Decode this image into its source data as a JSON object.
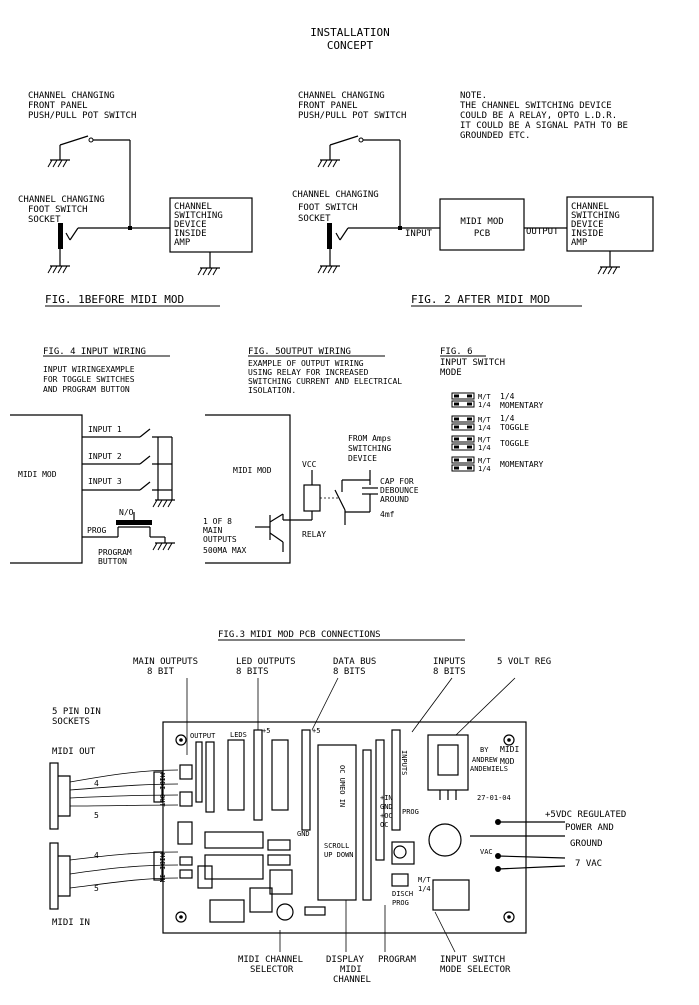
{
  "title": [
    "INSTALLATION",
    "CONCEPT"
  ],
  "fig1": {
    "panel_label": [
      "CHANNEL CHANGING",
      "FRONT PANEL",
      "PUSH/PULL POT SWITCH"
    ],
    "foot_label": [
      "CHANNEL CHANGING",
      "FOOT SWITCH",
      "SOCKET"
    ],
    "device_label": [
      "CHANNEL",
      "SWITCHING",
      "DEVICE",
      "INSIDE",
      "AMP"
    ],
    "caption": "FIG. 1BEFORE MIDI MOD"
  },
  "fig2": {
    "panel_label": [
      "CHANNEL CHANGING",
      "FRONT PANEL",
      "PUSH/PULL POT SWITCH"
    ],
    "foot_label": [
      "CHANNEL CHANGING",
      "FOOT SWITCH",
      "SOCKET"
    ],
    "input_label": "INPUT",
    "pcb_label": [
      "MIDI MOD",
      "PCB"
    ],
    "output_label": "OUTPUT",
    "device_label": [
      "CHANNEL",
      "SWITCHING",
      "DEVICE",
      "INSIDE",
      "AMP"
    ],
    "note": [
      "NOTE.",
      "THE CHANNEL SWITCHING DEVICE",
      "COULD BE A RELAY, OPTO L.D.R.",
      "IT COULD BE A SIGNAL PATH TO BE",
      "GROUNDED ETC."
    ],
    "caption": "FIG. 2 AFTER MIDI MOD"
  },
  "fig4": {
    "caption": "FIG. 4 INPUT WIRING",
    "desc": [
      "INPUT WIRINGEXAMPLE",
      "FOR TOGGLE SWITCHES",
      "AND PROGRAM BUTTON"
    ],
    "box_label": "MIDI MOD",
    "inputs": [
      "INPUT 1",
      "INPUT 2",
      "INPUT 3"
    ],
    "prog_label": "PROG",
    "no_label": "N/O",
    "button_label": [
      "PROGRAM",
      "BUTTON"
    ]
  },
  "fig5": {
    "caption": "FIG. 5OUTPUT WIRING",
    "desc": [
      "EXAMPLE OF OUTPUT WIRING",
      "USING RELAY FOR INCREASED",
      "SWITCHING CURRENT AND ELECTRICAL",
      "ISOLATION."
    ],
    "box_label": "MIDI MOD",
    "vcc": "VCC",
    "from_amps": [
      "FROM Amps",
      "SWITCHING",
      "DEVICE"
    ],
    "cap_label": [
      "CAP FOR",
      "DEBOUNCE",
      "AROUND"
    ],
    "cap_value": "4mf",
    "outputs_label": [
      "1 OF 8",
      "MAIN",
      "OUTPUTS",
      "500MA MAX"
    ],
    "relay_label": "RELAY"
  },
  "fig6": {
    "caption": "FIG. 6",
    "subtitle": [
      "INPUT SWITCH",
      "MODE"
    ],
    "modes": [
      {
        "code": [
          "M/T",
          "1/4"
        ],
        "name": [
          "1/4",
          "MOMENTARY"
        ]
      },
      {
        "code": [
          "M/T",
          "1/4"
        ],
        "name": [
          "1/4",
          "TOGGLE"
        ]
      },
      {
        "code": [
          "M/T",
          "1/4"
        ],
        "name": [
          "TOGGLE"
        ]
      },
      {
        "code": [
          "M/T",
          "1/4"
        ],
        "name": [
          "MOMENTARY"
        ]
      }
    ]
  },
  "fig3": {
    "caption": "FIG.3 MIDI MOD PCB CONNECTIONS",
    "main_outputs": [
      "MAIN OUTPUTS",
      "8 BIT"
    ],
    "led_outputs": [
      "LED OUTPUTS",
      "8 BITS"
    ],
    "data_bus": [
      "DATA BUS",
      "8 BITS"
    ],
    "inputs": [
      "INPUTS",
      "8 BITS"
    ],
    "volt_reg": "5 VOLT REG",
    "din_label": [
      "5 PIN DIN",
      "SOCKETS"
    ],
    "midi_out": "MIDI OUT",
    "midi_in": "MIDI IN",
    "power_label": [
      "+5VDC REGULATED",
      "POWER AND",
      "GROUND"
    ],
    "vac_label": "7 VAC",
    "bottom_labels": [
      [
        "MIDI CHANNEL",
        "SELECTOR"
      ],
      [
        "DISPLAY",
        "MIDI",
        "CHANNEL"
      ],
      [
        "PROGRAM"
      ],
      [
        "INPUT SWITCH",
        "MODE SELECTOR"
      ]
    ],
    "pcb_text": {
      "output": "OUTPUT",
      "leds": "LEDS",
      "plus5": "+5",
      "gnd": "GND",
      "midi_out_v": "MIDI OUT",
      "midi_in_v": "MIDI IN",
      "chip_v": "OC UMEO IN",
      "inputs_v": "INPUTS",
      "byline": [
        "MIDI",
        "MOD",
        "BY",
        "ANDREW",
        "ANDEWIELS"
      ],
      "date": "27-01-04",
      "io": [
        "+IN",
        "GND",
        "+OC",
        "OC"
      ],
      "prog": "PROG",
      "scroll": "SCROLL",
      "up_down": "UP DOWN",
      "disch": "DISCH",
      "prog2": "PROG",
      "mt": [
        "M/T",
        "1/4"
      ],
      "vac": "VAC"
    }
  }
}
